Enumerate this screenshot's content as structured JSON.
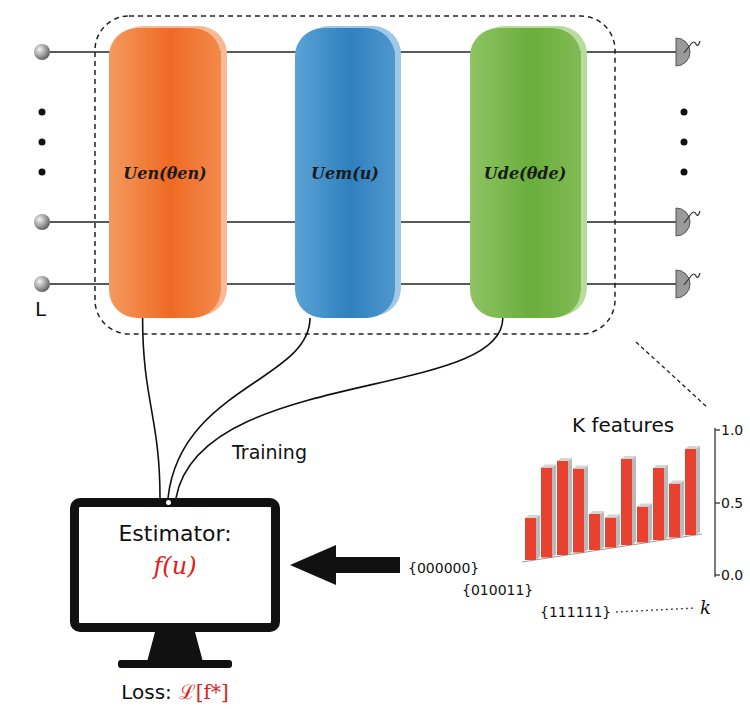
{
  "diagram": {
    "nodes": [
      {
        "text": [
          "Uen(θen)"
        ]
      },
      {
        "text": [
          "Uem(u)"
        ]
      },
      {
        "text": [
          "Ude(θde)"
        ]
      },
      {
        "text": [
          "Estimator:",
          "f(u)",
          "Loss:",
          "ℒ[f*]"
        ]
      }
    ],
    "edges": [
      {
        "from": 0,
        "to": 3,
        "arrow": "none"
      },
      {
        "from": 1,
        "to": 3,
        "arrow": "none"
      },
      {
        "from": 2,
        "to": 3,
        "arrow": "none"
      }
    ],
    "labels": [
      "L",
      "Training",
      "K features",
      "1.0",
      "0.5",
      "0.0",
      "{000000}",
      "{010011}",
      "{111111}",
      "k"
    ]
  }
}
